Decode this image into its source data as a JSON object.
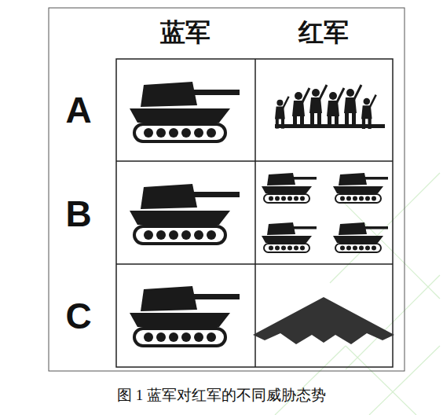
{
  "diagram": {
    "caption": "图 1 蓝军对红军的不同威胁态势",
    "labels": [
      "蓝军",
      "红军",
      "A",
      "B",
      "C"
    ]
  }
}
